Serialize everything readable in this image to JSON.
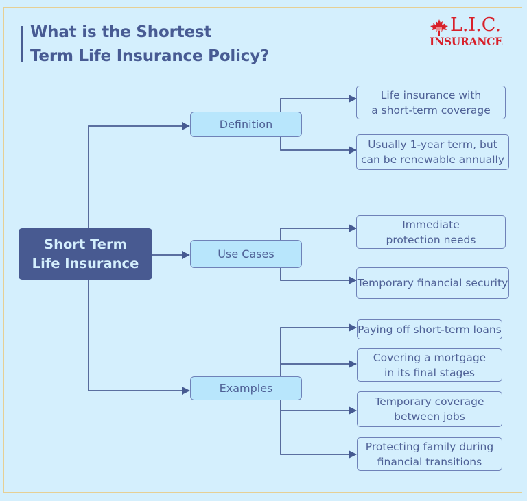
{
  "header": {
    "title_line1": "What is the Shortest",
    "title_line2": "Term Life Insurance Policy?"
  },
  "logo": {
    "brand_top": "L.I.C.",
    "brand_bottom": "INSURANCE",
    "icon": "maple-leaf-icon",
    "color": "#d8202a"
  },
  "diagram": {
    "root": {
      "line1": "Short Term",
      "line2": "Life Insurance"
    },
    "categories": [
      {
        "label": "Definition",
        "items": [
          {
            "line1": "Life insurance with",
            "line2": "a short-term coverage"
          },
          {
            "line1": "Usually 1-year term, but",
            "line2": "can be renewable annually"
          }
        ]
      },
      {
        "label": "Use Cases",
        "items": [
          {
            "line1": "Immediate",
            "line2": "protection needs"
          },
          {
            "line1": "Temporary financial security",
            "line2": ""
          }
        ]
      },
      {
        "label": "Examples",
        "items": [
          {
            "line1": "Paying off short-term loans",
            "line2": ""
          },
          {
            "line1": "Covering a mortgage",
            "line2": "in its final stages"
          },
          {
            "line1": "Temporary coverage",
            "line2": "between jobs"
          },
          {
            "line1": "Protecting family during",
            "line2": "financial transitions"
          }
        ]
      }
    ]
  },
  "colors": {
    "background": "#d4effd",
    "root_fill": "#485a91",
    "category_fill": "#b8e6fc",
    "line": "#4a5d92",
    "frame": "#e6cf94"
  }
}
